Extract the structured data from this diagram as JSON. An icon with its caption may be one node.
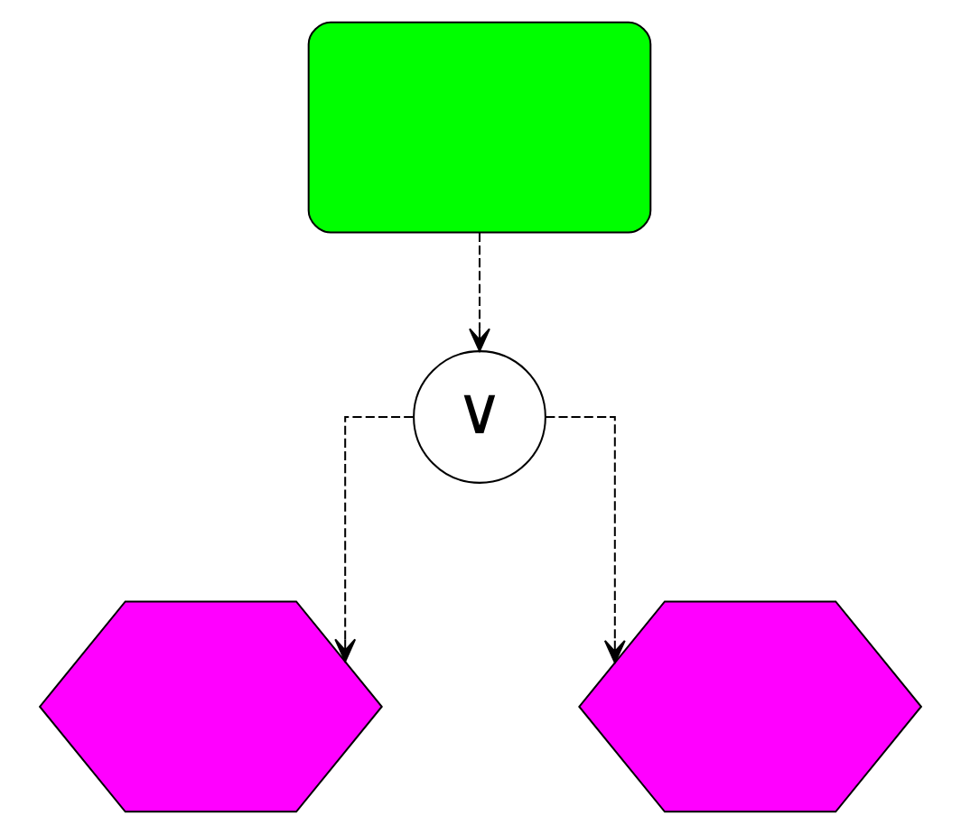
{
  "diagram": {
    "nodes": [
      {
        "text": [],
        "shape": "box"
      },
      {
        "text": [
          "∨"
        ]
      },
      {
        "text": [],
        "shape": "hexagon"
      },
      {
        "text": [],
        "shape": "hexagon"
      }
    ],
    "edges": [
      {
        "from": 0,
        "to": 1,
        "arrow": "to",
        "style": "dashed"
      },
      {
        "from": 1,
        "to": 2,
        "arrow": "to",
        "style": "dashed"
      },
      {
        "from": 1,
        "to": 3,
        "arrow": "to",
        "style": "dashed"
      }
    ]
  }
}
